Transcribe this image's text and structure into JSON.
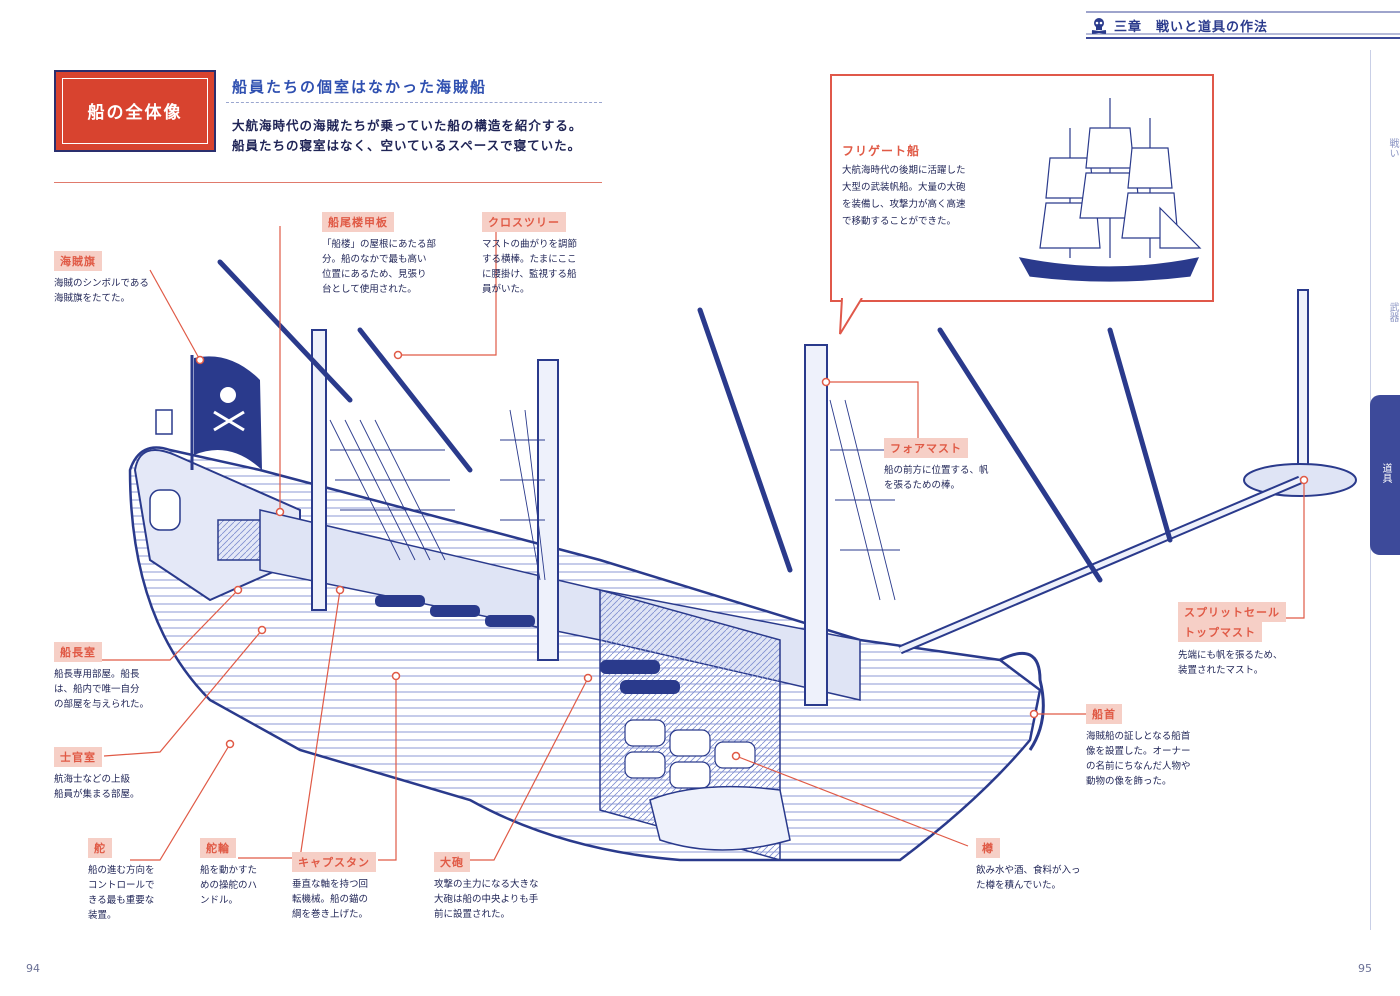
{
  "chapter": {
    "title": "三章　戦いと道具の作法"
  },
  "section": {
    "badge": "船の全体像",
    "headline": "船員たちの個室はなかった海賊船",
    "lead": [
      "大航海時代の海賊たちが乗っていた船の構造を紹介する。",
      "船員たちの寝室はなく、空いているスペースで寝ていた。"
    ]
  },
  "labels": {
    "flag": {
      "title": "海賊旗",
      "desc": [
        "海賊のシンボルである",
        "海賊旗をたてた。"
      ]
    },
    "poop_deck": {
      "title": "船尾楼甲板",
      "desc": [
        "「船楼」の屋根にあたる部",
        "分。船のなかで最も高い",
        "位置にあるため、見張り",
        "台として使用された。"
      ]
    },
    "crosstree": {
      "title": "クロスツリー",
      "desc": [
        "マストの曲がりを調節",
        "する横棒。たまにここ",
        "に腰掛け、監視する船",
        "員がいた。"
      ]
    },
    "foremast": {
      "title": "フォアマスト",
      "desc": [
        "船の前方に位置する、帆",
        "を張るための棒。"
      ]
    },
    "captain_room": {
      "title": "船長室",
      "desc": [
        "船長専用部屋。船長",
        "は、船内で唯一自分",
        "の部屋を与えられた。"
      ]
    },
    "officer_room": {
      "title": "士官室",
      "desc": [
        "航海士などの上級",
        "船員が集まる部屋。"
      ]
    },
    "rudder": {
      "title": "舵",
      "desc": [
        "船の進む方向を",
        "コントロールで",
        "きる最も重要な",
        "装置。"
      ]
    },
    "helm": {
      "title": "舵輪",
      "desc": [
        "船を動かすた",
        "めの操舵のハ",
        "ンドル。"
      ]
    },
    "capstan": {
      "title": "キャプスタン",
      "desc": [
        "垂直な軸を持つ回",
        "転機械。船の錨の",
        "綱を巻き上げた。"
      ]
    },
    "cannon": {
      "title": "大砲",
      "desc": [
        "攻撃の主力になる大きな",
        "大砲は船の中央よりも手",
        "前に設置された。"
      ]
    },
    "barrel": {
      "title": "樽",
      "desc": [
        "飲み水や酒、食料が入っ",
        "た樽を積んでいた。"
      ]
    },
    "figurehead": {
      "title": "船首",
      "desc": [
        "海賊船の証しとなる船首",
        "像を設置した。オーナー",
        "の名前にちなんだ人物や",
        "動物の像を飾った。"
      ]
    },
    "sprit": {
      "title": [
        "スプリットセール",
        "トップマスト"
      ],
      "desc": [
        "先端にも帆を張るため、",
        "装置されたマスト。"
      ]
    }
  },
  "frigate": {
    "title": "フリゲート船",
    "desc": [
      "大航海時代の後期に活躍した",
      "大型の武装帆船。大量の大砲",
      "を装備し、攻撃力が高く高速",
      "で移動することができた。"
    ]
  },
  "tabs": [
    "戦い",
    "武器",
    "道具"
  ],
  "pages": {
    "left": "94",
    "right": "95"
  },
  "colors": {
    "accent_red": "#d8432f",
    "ink_blue": "#2a3a8c",
    "label_bg": "#f6cfc6"
  }
}
